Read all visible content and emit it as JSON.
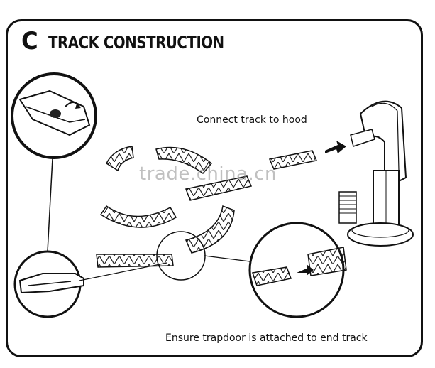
{
  "section": {
    "letter": "C",
    "title": "TRACK CONSTRUCTION"
  },
  "captions": {
    "connect": "Connect track to hood",
    "trapdoor": "Ensure trapdoor is attached to end track"
  },
  "watermark": "trade.china.cn"
}
